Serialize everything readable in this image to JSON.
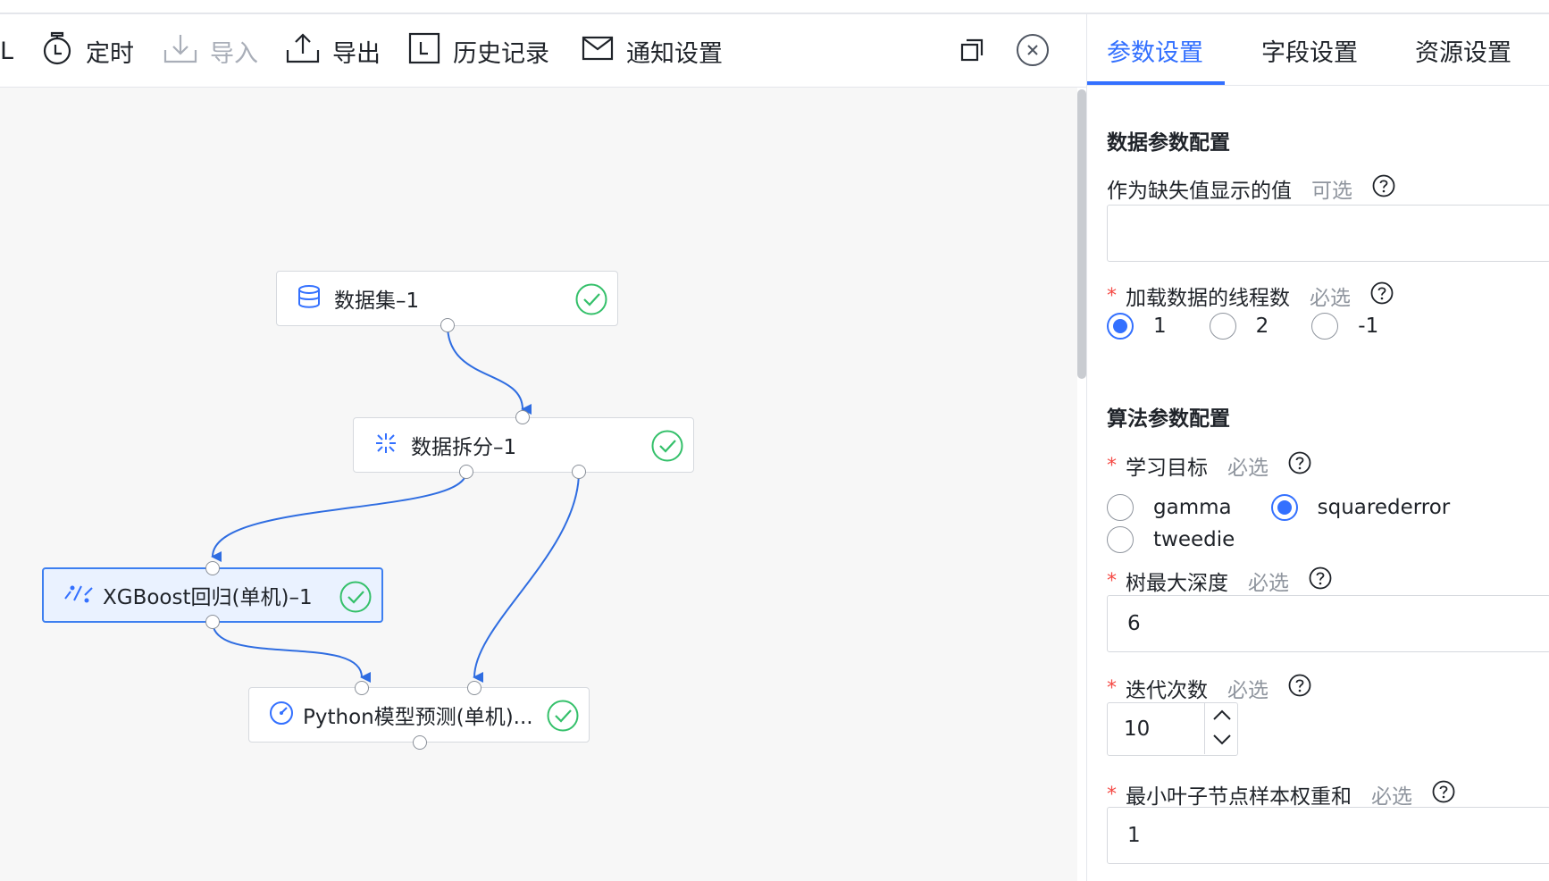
{
  "toolbar": {
    "partial_label": "L",
    "items": [
      {
        "label": "定时",
        "icon": "timer-icon"
      },
      {
        "label": "导入",
        "icon": "import-icon",
        "disabled": true
      },
      {
        "label": "导出",
        "icon": "export-icon"
      },
      {
        "label": "历史记录",
        "icon": "history-icon"
      },
      {
        "label": "通知设置",
        "icon": "mail-icon"
      }
    ],
    "right_icons": [
      "copy-icon",
      "close-circle-icon"
    ]
  },
  "canvas": {
    "nodes": [
      {
        "id": "dataset",
        "title": "数据集–1",
        "icon": "database-icon",
        "status": "success"
      },
      {
        "id": "split",
        "title": "数据拆分–1",
        "icon": "split-icon",
        "status": "success"
      },
      {
        "id": "xgboost",
        "title": "XGBoost回归(单机)–1",
        "icon": "regression-icon",
        "status": "success",
        "selected": true
      },
      {
        "id": "predict",
        "title": "Python模型预测(单机)...",
        "icon": "gauge-icon",
        "status": "success"
      }
    ]
  },
  "panel": {
    "tabs": [
      {
        "label": "参数设置",
        "active": true
      },
      {
        "label": "字段设置",
        "active": false
      },
      {
        "label": "资源设置",
        "active": false
      }
    ],
    "data_section": {
      "title": "数据参数配置",
      "missing_value": {
        "label": "作为缺失值显示的值",
        "hint": "可选",
        "value": ""
      },
      "threads": {
        "label": "加载数据的线程数",
        "hint": "必选",
        "options": [
          "1",
          "2",
          "-1"
        ],
        "selected": "1"
      }
    },
    "algo_section": {
      "title": "算法参数配置",
      "objective": {
        "label": "学习目标",
        "hint": "必选",
        "options": [
          "gamma",
          "squarederror",
          "tweedie"
        ],
        "selected": "squarederror"
      },
      "max_depth": {
        "label": "树最大深度",
        "hint": "必选",
        "value": "6"
      },
      "iterations": {
        "label": "迭代次数",
        "hint": "必选",
        "value": "10"
      },
      "min_child_weight": {
        "label": "最小叶子节点样本权重和",
        "hint": "必选",
        "value": "1"
      }
    }
  },
  "colors": {
    "accent": "#3370ff",
    "success": "#34c06a",
    "edge": "#2f6de1",
    "required": "#f54a45"
  }
}
